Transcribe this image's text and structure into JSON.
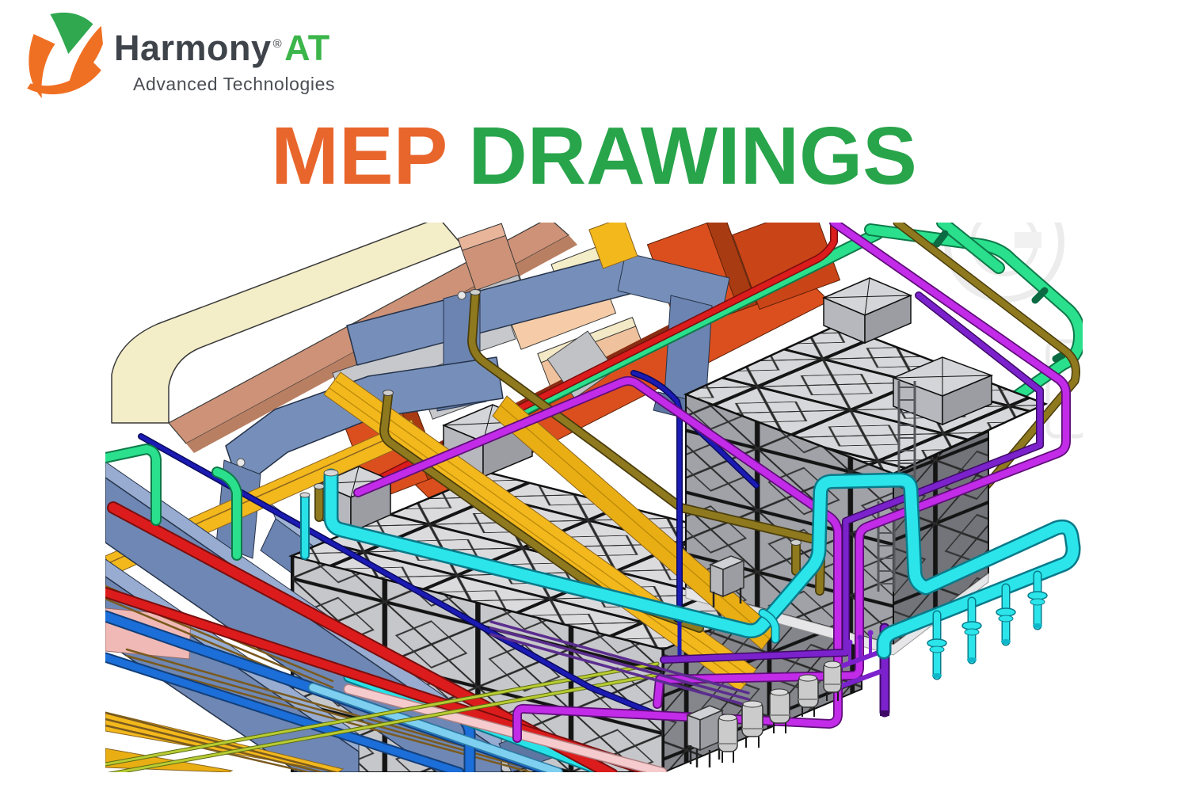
{
  "brand": {
    "name": "Harmony",
    "registered_mark": "®",
    "suffix": "AT",
    "tagline": "Advanced Technologies",
    "name_color": "#3F444B",
    "suffix_color": "#3CB54A",
    "logo_orange": "#F07023",
    "logo_green": "#2FA84F"
  },
  "title": {
    "text_primary": "MEP",
    "text_secondary": "DRAWINGS",
    "primary_color": "#E8652C",
    "secondary_color": "#28A44B"
  },
  "illustration": {
    "type": "3d-bim-mep-model",
    "description": "Isometric 3D BIM rendering of a plant room: colored HVAC ducts (cream, salmon, blue, grey, orange), yellow cable trays, multicolored piping (green, cyan, magenta, violet, navy, olive, red, pink, blue), two modular grey panel water tanks with roof hatches and ladders, pump set and valve manifolds with a cyan drain header.",
    "elements": [
      "hvac-duct-cream",
      "hvac-duct-salmon",
      "hvac-duct-blue",
      "hvac-duct-grey",
      "hvac-duct-orange",
      "cable-tray-yellow",
      "pipe-green",
      "pipe-cyan",
      "pipe-magenta",
      "pipe-violet",
      "pipe-navy",
      "pipe-olive",
      "pipe-red",
      "pipe-pink",
      "pipe-blue",
      "modular-water-tank-left",
      "modular-water-tank-right",
      "roof-access-hatches",
      "ladder",
      "pump-set",
      "valve-manifold-purple",
      "drain-manifold-cyan",
      "watermark-circle"
    ],
    "palette": {
      "background": "#FFFFFF",
      "duct_cream": "#F3EDC8",
      "duct_salmon": "#CD9277",
      "duct_peach": "#F5CCA7",
      "duct_orange": "#DB4F1E",
      "duct_maroon": "#8A2D13",
      "duct_blue": "#768FBA",
      "duct_grey": "#C6C8CC",
      "tray_yellow": "#F2B81C",
      "pipe_green": "#2BE08C",
      "pipe_cyan": "#2BE5EA",
      "pipe_magenta": "#C22BE8",
      "pipe_violet": "#7B22CC",
      "pipe_navy": "#1B1BB4",
      "pipe_olive": "#8F791F",
      "pipe_red": "#DC1C1C",
      "pipe_pink": "#F5CBCD",
      "pipe_blue": "#1C6ED8",
      "pipe_lightblue": "#7FD0F0",
      "pipe_yellowgreen": "#B9CC33",
      "tank_grey": "#C6C7CB",
      "pump_grey": "#CBCBCB"
    }
  }
}
